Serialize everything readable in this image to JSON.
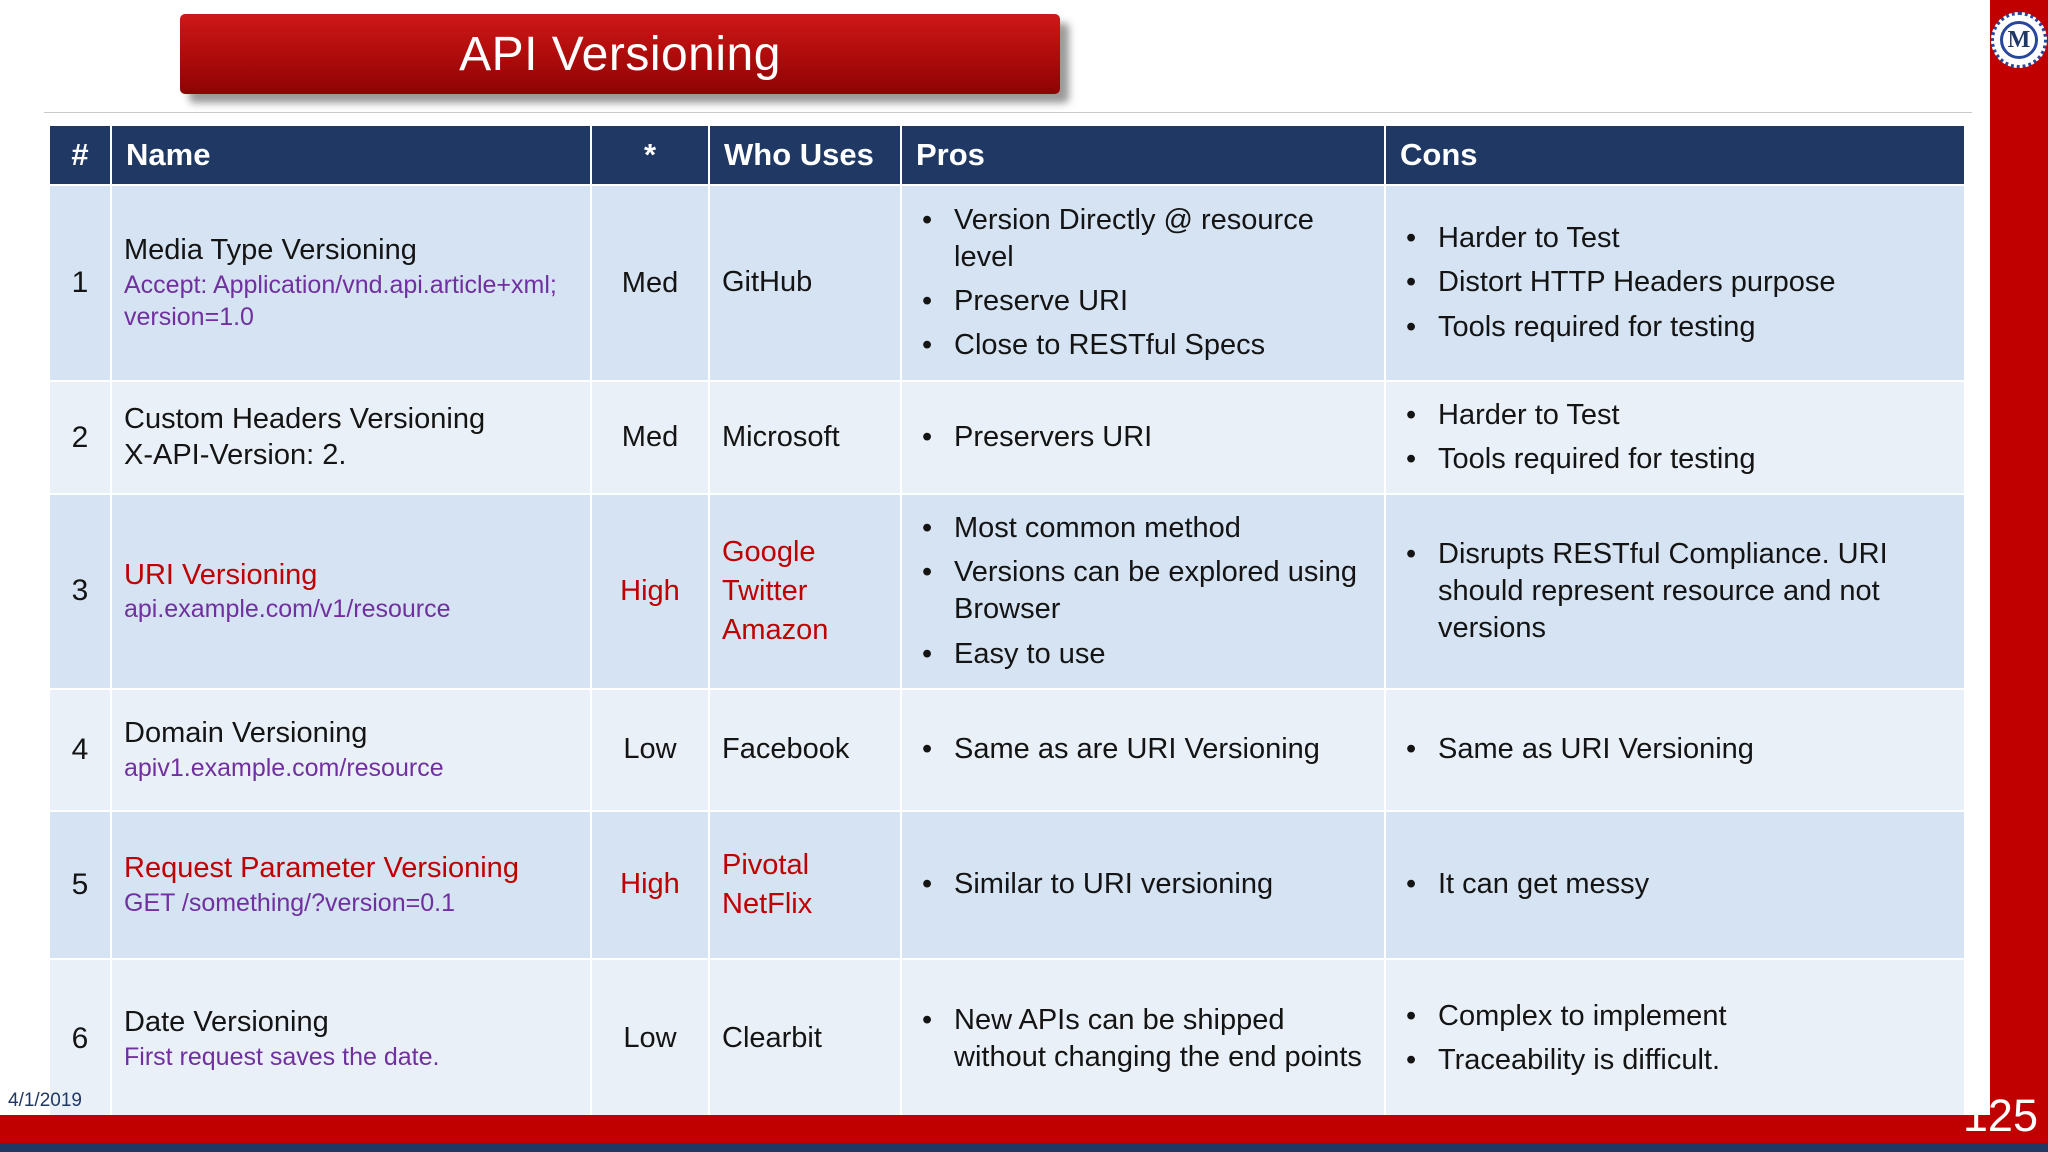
{
  "slide": {
    "title": "API Versioning",
    "date": "4/1/2019",
    "page_number": "125",
    "logo_letter": "M"
  },
  "colors": {
    "accent_red": "#C00000",
    "code_purple": "#7030A0",
    "header_navy": "#1F3864",
    "row_light": "#D5E3F2",
    "row_lighter": "#EAF0F8"
  },
  "table": {
    "headers": [
      "#",
      "Name",
      "*",
      "Who Uses",
      "Pros",
      "Cons"
    ],
    "rows": [
      {
        "num": "1",
        "name": "Media Type Versioning",
        "name_style": "plain",
        "sub": "Accept: Application/vnd.api.article+xml; version=1.0",
        "sub_style": "purple",
        "rating": "Med",
        "rating_style": "plain",
        "who": [
          "GitHub"
        ],
        "who_style": "plain",
        "pros": [
          "Version Directly @ resource level",
          "Preserve URI",
          "Close to RESTful Specs"
        ],
        "cons": [
          "Harder to Test",
          "Distort HTTP Headers purpose",
          "Tools required for testing"
        ]
      },
      {
        "num": "2",
        "name": "Custom Headers Versioning",
        "name_style": "plain",
        "sub": "X-API-Version: 2.",
        "sub_style": "plain",
        "rating": "Med",
        "rating_style": "plain",
        "who": [
          "Microsoft"
        ],
        "who_style": "plain",
        "pros": [
          "Preservers URI"
        ],
        "cons": [
          "Harder to Test",
          "Tools required for testing"
        ]
      },
      {
        "num": "3",
        "name": "URI Versioning",
        "name_style": "red",
        "sub": "api.example.com/v1/resource",
        "sub_style": "purple",
        "rating": "High",
        "rating_style": "red",
        "who": [
          "Google",
          "Twitter",
          "Amazon"
        ],
        "who_style": "red",
        "pros": [
          "Most common method",
          "Versions can be explored using Browser",
          "Easy to use"
        ],
        "cons": [
          "Disrupts RESTful Compliance. URI should represent resource and not versions"
        ]
      },
      {
        "num": "4",
        "name": "Domain Versioning",
        "name_style": "plain",
        "sub": "apiv1.example.com/resource",
        "sub_style": "purple",
        "rating": "Low",
        "rating_style": "plain",
        "who": [
          "Facebook"
        ],
        "who_style": "plain",
        "pros": [
          "Same as are URI Versioning"
        ],
        "cons": [
          "Same as URI Versioning"
        ]
      },
      {
        "num": "5",
        "name": "Request Parameter Versioning",
        "name_style": "red",
        "sub": "GET /something/?version=0.1",
        "sub_style": "purple",
        "rating": "High",
        "rating_style": "red",
        "who": [
          "Pivotal",
          "NetFlix"
        ],
        "who_style": "red",
        "pros": [
          "Similar to URI versioning"
        ],
        "cons": [
          "It can get messy"
        ]
      },
      {
        "num": "6",
        "name": "Date Versioning",
        "name_style": "plain",
        "sub": "First request saves the date.",
        "sub_style": "purple",
        "rating": "Low",
        "rating_style": "plain",
        "who": [
          "Clearbit"
        ],
        "who_style": "plain",
        "pros": [
          "New APIs can be shipped without changing the end points"
        ],
        "cons": [
          "Complex to implement",
          "Traceability is difficult."
        ]
      }
    ]
  }
}
